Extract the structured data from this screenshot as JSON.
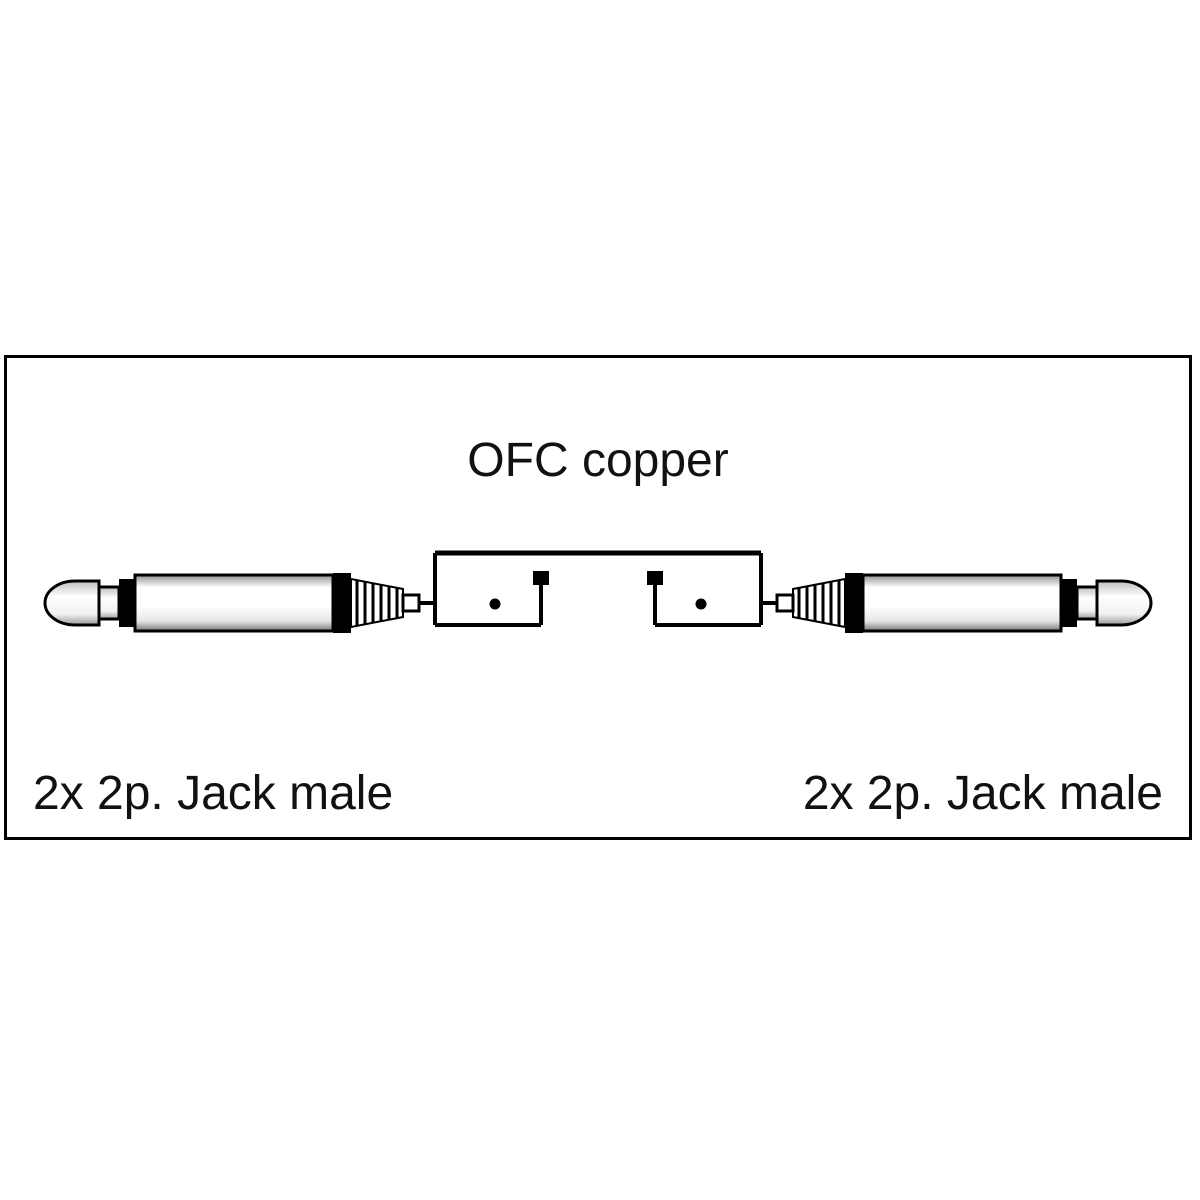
{
  "diagram": {
    "title": "OFC copper",
    "left_connector_label": "2x 2p. Jack male",
    "right_connector_label": "2x 2p. Jack male",
    "colors": {
      "line": "#000000",
      "background": "#ffffff",
      "metal_shade": "#999999"
    }
  }
}
